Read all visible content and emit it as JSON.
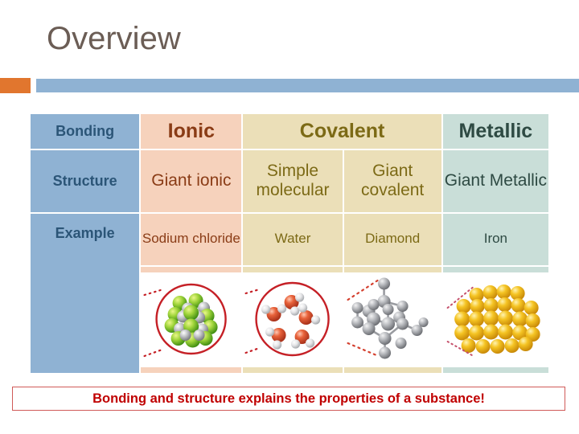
{
  "slide": {
    "title": "Overview",
    "accent_orange": "#E1762E",
    "accent_blue": "#8FB2D3"
  },
  "table": {
    "header": {
      "label": "Bonding",
      "ionic": "Ionic",
      "covalent": "Covalent",
      "metallic": "Metallic"
    },
    "rows": [
      {
        "label": "Structure",
        "cells": [
          "Giant ionic",
          "Simple molecular",
          "Giant covalent",
          "Giant Metallic"
        ]
      },
      {
        "label": "Example",
        "cells": [
          "Sodium chloride",
          "Water",
          "Diamond",
          "Iron"
        ]
      }
    ],
    "images": [
      {
        "name": "sodium-chloride-lattice",
        "alt": "Giant ionic lattice of green and grey spheres circled in red"
      },
      {
        "name": "water-molecules",
        "alt": "Five water molecules circled in red"
      },
      {
        "name": "diamond-lattice",
        "alt": "Giant covalent diamond lattice of grey spheres"
      },
      {
        "name": "iron-lattice",
        "alt": "Close packed golden metallic spheres"
      }
    ],
    "colors": {
      "label_column": "#8FB2D3",
      "label_text": "#2B5577",
      "ionic": "#F6D2BC",
      "ionic_text": "#8A3C16",
      "covalent": "#EBDFB8",
      "covalent_text": "#7C6A16",
      "metallic": "#C9DED8",
      "metallic_text": "#2E4A43"
    }
  },
  "caption": {
    "text": "Bonding and structure explains the properties of a substance!",
    "color": "#C00000",
    "border_color": "#D05A58"
  }
}
